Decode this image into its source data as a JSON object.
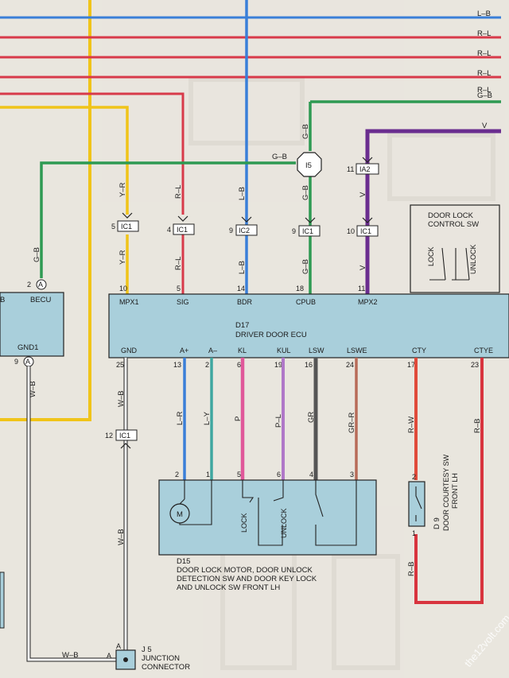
{
  "top_wires": [
    {
      "label": "L–B",
      "color": "#3a7fd8"
    },
    {
      "label": "R–L",
      "color": "#d83a4a"
    },
    {
      "label": "R–L",
      "color": "#d83a4a"
    },
    {
      "label": "R–L",
      "color": "#d83a4a"
    },
    {
      "label": "R–L",
      "color": "#d83a4a"
    },
    {
      "label": "G–B",
      "color": "#2e9a52"
    },
    {
      "label": "V",
      "color": "#6a2d8f"
    }
  ],
  "splice": {
    "label": "I5",
    "wire_label": "G–B"
  },
  "ia2": {
    "label": "IA2",
    "pin": "11"
  },
  "ic_connectors": [
    {
      "pin": "5",
      "label": "IC1",
      "wire_top": "Y–R",
      "wire_bottom": "Y–R"
    },
    {
      "pin": "4",
      "label": "IC1",
      "wire_top": "R–L",
      "wire_bottom": "R–L"
    },
    {
      "pin": "9",
      "label": "IC2",
      "wire_top": "L–B",
      "wire_bottom": "L–B"
    },
    {
      "pin": "9",
      "label": "IC1",
      "wire_top": "G–B",
      "wire_bottom": "G–B"
    },
    {
      "pin": "10",
      "label": "IC1",
      "wire_top": "V",
      "wire_bottom": "V"
    }
  ],
  "ecu": {
    "id": "D17",
    "name": "DRIVER DOOR ECU",
    "top_pins": [
      {
        "num": "10",
        "name": "MPX1"
      },
      {
        "num": "5",
        "name": "SIG"
      },
      {
        "num": "14",
        "name": "BDR"
      },
      {
        "num": "18",
        "name": "CPUB"
      },
      {
        "num": "11",
        "name": "MPX2"
      }
    ],
    "bottom_pins": [
      {
        "num": "25",
        "name": "GND"
      },
      {
        "num": "13",
        "name": "A+"
      },
      {
        "num": "2",
        "name": "A–"
      },
      {
        "num": "6",
        "name": "KL"
      },
      {
        "num": "19",
        "name": "KUL"
      },
      {
        "num": "16",
        "name": "LSW"
      },
      {
        "num": "24",
        "name": "LSWE"
      },
      {
        "num": "17",
        "name": "CTY"
      },
      {
        "num": "23",
        "name": "CTYE"
      }
    ]
  },
  "left_ecu": {
    "becu_label": "BECU",
    "becu_pin": "2",
    "becu_pin_letter": "A",
    "gnd_label": "GND1",
    "gnd_pin": "9",
    "gnd_pin_letter": "A",
    "b_label": "B",
    "wire_becu": "G–B",
    "wire_gnd": "W–B"
  },
  "door_lock_sw": {
    "title_line1": "DOOR LOCK",
    "title_line2": "CONTROL SW",
    "lock": "LOCK",
    "unlock": "UNLOCK"
  },
  "lower_wires": [
    {
      "label": "W–B",
      "color": "#f4f4f4"
    },
    {
      "label": "L–R",
      "color": "#3a7fd8"
    },
    {
      "label": "L–Y",
      "color": "#3fa7a0"
    },
    {
      "label": "P",
      "color": "#e0589a"
    },
    {
      "label": "P–L",
      "color": "#b078c8"
    },
    {
      "label": "GR",
      "color": "#555555"
    },
    {
      "label": "GR–R",
      "color": "#b86b58"
    },
    {
      "label": "R–W",
      "color": "#e04a3a"
    },
    {
      "label": "R–B",
      "color": "#d8343e"
    }
  ],
  "gnd_connector": {
    "pin": "12",
    "label": "IC1",
    "wire": "W–B"
  },
  "d15": {
    "id": "D15",
    "line1": "DOOR LOCK MOTOR, DOOR UNLOCK",
    "line2": "DETECTION SW AND DOOR KEY LOCK",
    "line3": "AND UNLOCK SW FRONT LH",
    "pins": [
      "2",
      "1",
      "5",
      "6",
      "4",
      "3"
    ],
    "motor": "M",
    "lock": "LOCK",
    "unlock": "UNLOCK"
  },
  "d9": {
    "id": "D 9",
    "line1": "DOOR COURTESY SW",
    "line2": "FRONT LH",
    "pin_top": "2",
    "pin_bottom": "1",
    "wire_top": "R–W",
    "wire_bottom": "R–B"
  },
  "j5": {
    "id": "J 5",
    "line1": "JUNCTION",
    "line2": "CONNECTOR",
    "pin_a1": "A",
    "pin_a2": "A",
    "wire": "W–B"
  },
  "watermark": "the12volt.com"
}
